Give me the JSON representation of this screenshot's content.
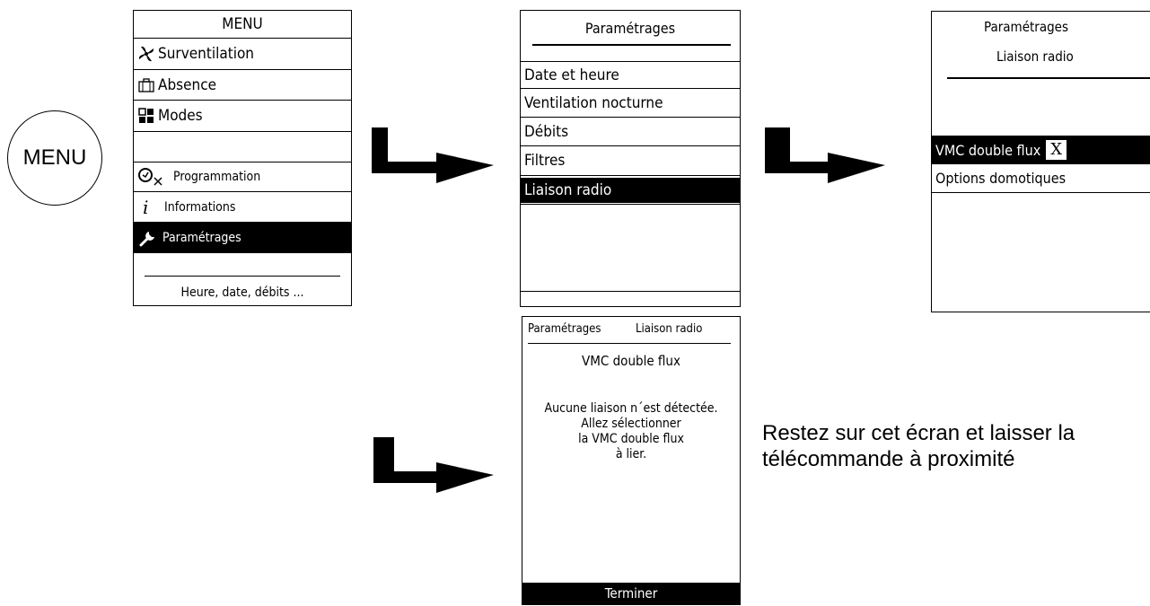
{
  "menu_button": {
    "label": "MENU"
  },
  "menu_screen": {
    "title": "MENU",
    "items": [
      {
        "label": "Surventilation",
        "icon": "fan-icon"
      },
      {
        "label": "Absence",
        "icon": "suitcase-icon"
      },
      {
        "label": "Modes",
        "icon": "modes-grid-icon"
      },
      {
        "label": "Programmation",
        "icon": "clock-cross-icon"
      },
      {
        "label": "Informations",
        "icon": "info-icon"
      },
      {
        "label": "Paramétrages",
        "icon": "wrench-icon",
        "selected": true
      }
    ],
    "footer": "Heure, date, débits ..."
  },
  "settings_screen": {
    "title": "Paramétrages",
    "items": [
      {
        "label": "Date et heure"
      },
      {
        "label": "Ventilation nocturne"
      },
      {
        "label": "Débits"
      },
      {
        "label": "Filtres"
      },
      {
        "label": "Liaison radio",
        "selected": true
      }
    ]
  },
  "radio_screen": {
    "title": "Paramétrages",
    "subtitle": "Liaison radio",
    "items": [
      {
        "label": "VMC double flux",
        "badge": "X",
        "selected": true
      },
      {
        "label": "Options domotiques"
      }
    ]
  },
  "link_screen": {
    "header_left": "Paramétrages",
    "header_right": "Liaison radio",
    "title": "VMC double flux",
    "message_lines": [
      "Aucune liaison n´est détectée.",
      "Allez sélectionner",
      "la VMC double flux",
      "à lier."
    ],
    "finish_label": "Terminer"
  },
  "instruction": {
    "line1": "Restez sur cet écran et laisser la",
    "line2": "télécommande à proximité"
  },
  "colors": {
    "foreground": "#000000",
    "background": "#ffffff",
    "selection": "#000000"
  }
}
